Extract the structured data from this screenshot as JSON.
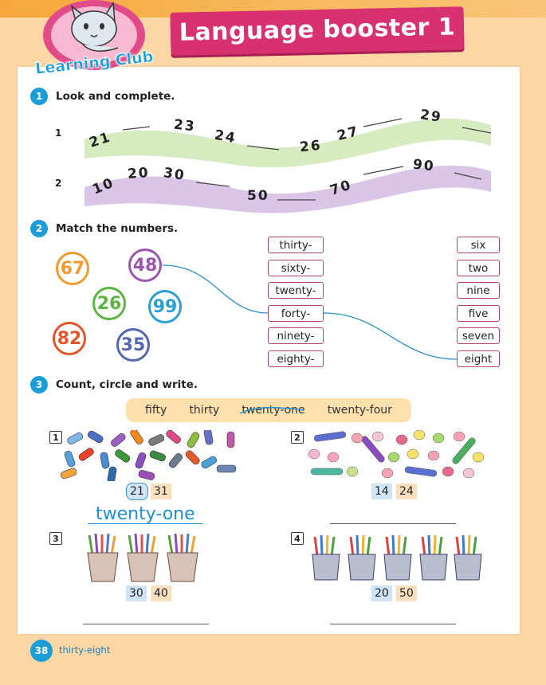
{
  "header": {
    "club_label": "Learning Club",
    "title": "Language booster 1"
  },
  "section1": {
    "number": "1",
    "title": "Look and complete.",
    "rows": [
      {
        "label": "1",
        "numbers": [
          "21",
          "23",
          "24",
          "26",
          "27",
          "29"
        ]
      },
      {
        "label": "2",
        "numbers": [
          "10",
          "20",
          "30",
          "50",
          "70",
          "90"
        ]
      }
    ]
  },
  "section2": {
    "number": "2",
    "title": "Match the numbers.",
    "bubbles": [
      "67",
      "48",
      "26",
      "99",
      "82",
      "35"
    ],
    "tens": [
      "thirty-",
      "sixty-",
      "twenty-",
      "forty-",
      "ninety-",
      "eighty-"
    ],
    "units": [
      "six",
      "two",
      "nine",
      "five",
      "seven",
      "eight"
    ]
  },
  "section3": {
    "number": "3",
    "title": "Count, circle and write.",
    "word_bank": [
      "fifty",
      "thirty",
      "twenty-one",
      "twenty-four"
    ],
    "items": [
      {
        "label": "1",
        "options": [
          "21",
          "31"
        ],
        "answer": "twenty-one"
      },
      {
        "label": "2",
        "options": [
          "14",
          "24"
        ],
        "answer": ""
      },
      {
        "label": "3",
        "options": [
          "30",
          "40"
        ],
        "answer": ""
      },
      {
        "label": "4",
        "options": [
          "20",
          "50"
        ],
        "answer": ""
      }
    ]
  },
  "footer": {
    "page_number": "38",
    "page_word": "thirty-eight"
  },
  "colors": {
    "title_banner": "#d8316f",
    "accent_blue": "#1b9ed8",
    "word_box_border": "#b04275",
    "frame": "#fbd7a6"
  }
}
